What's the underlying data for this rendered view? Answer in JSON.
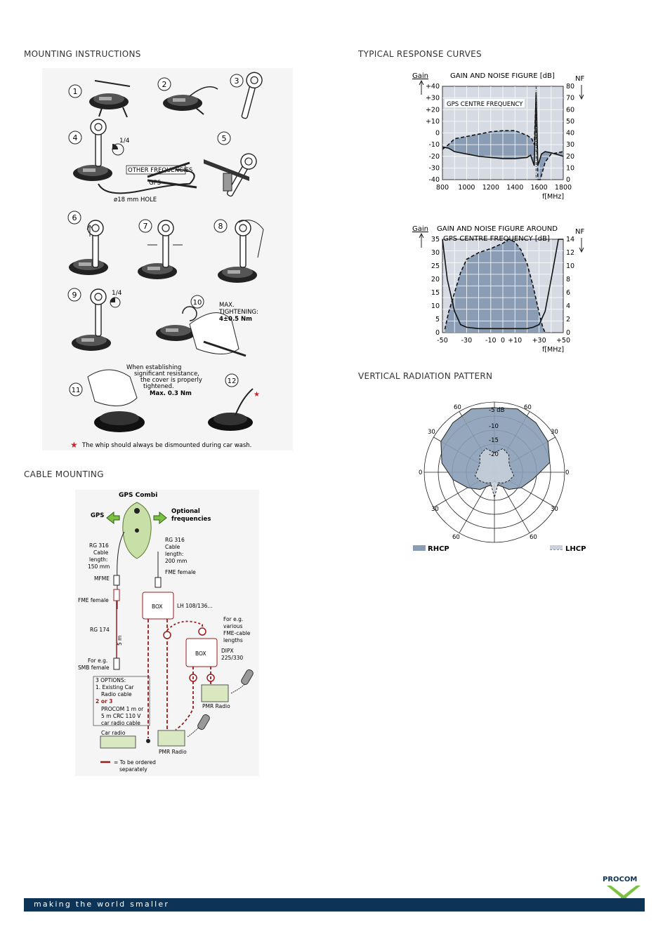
{
  "headings": {
    "mounting": "MOUNTING INSTRUCTIONS",
    "response": "TYPICAL RESPONSE CURVES",
    "cable": "CABLE MOUNTING",
    "radiation": "VERTICAL RADIATION PATTERN"
  },
  "mounting": {
    "steps": [
      "1",
      "2",
      "3",
      "4",
      "5",
      "6",
      "7",
      "8",
      "9",
      "10",
      "11",
      "12"
    ],
    "quarter_a": "1/4",
    "quarter_b": "1/4",
    "other_freq": "OTHER FREQUENCIES",
    "gps": "GPS",
    "hole": "ø18 mm HOLE",
    "max_tight_1": "MAX.",
    "max_tight_2": "TIGHTENING:",
    "max_tight_3": "4±0.5 Nm",
    "note_1": "When establishing",
    "note_2": "significant resistance,",
    "note_3": "the cover is properly",
    "note_4": "tightened.",
    "note_5": "Max. 0.3 Nm",
    "carwash": "The whip should always be dismounted during car wash."
  },
  "cable": {
    "title": "GPS Combi",
    "gps": "GPS",
    "optional_1": "Optional",
    "optional_2": "frequencies",
    "left_rg": [
      "RG 316",
      "Cable",
      "length:",
      "150 mm"
    ],
    "right_rg": [
      "RG 316",
      "Cable",
      "length:",
      "200 mm"
    ],
    "mfme": "MFME",
    "fme_female_r": "FME female",
    "fme_female_l": "FME female",
    "box1": "BOX",
    "lh": "LH 108/136...",
    "rg174": "RG 174",
    "five_m": "5 m",
    "for_eg": [
      "For e.g.",
      "various",
      "FME-cable",
      "lengths"
    ],
    "box2": "BOX",
    "dipx": [
      "DIPX",
      "225/330"
    ],
    "smb": [
      "For e.g.",
      "SMB female"
    ],
    "options": [
      "3 OPTIONS:",
      "1. Existing Car",
      "Radio cable"
    ],
    "opt23": "2 or 3",
    "procom": [
      "PROCOM 1 m or",
      "5 m CRC 110 V",
      "car radio cable"
    ],
    "car_radio": "Car radio",
    "pmr_radio_1": "PMR Radio",
    "pmr_radio_2": "PMR Radio",
    "legend_1": "= To be ordered",
    "legend_2": "separately"
  },
  "chart_data": [
    {
      "type": "line",
      "title": "GAIN AND NOISE FIGURE [dB]",
      "subtitle": "GPS CENTRE FREQUENCY",
      "ylabel_left": "Gain",
      "ylabel_right": "NF",
      "xlabel": "f[MHz]",
      "x_ticks": [
        "800",
        "1000",
        "1200",
        "1400",
        "1600",
        "1800"
      ],
      "y_left_ticks": [
        "+40",
        "+30",
        "+20",
        "+10",
        "0",
        "-10",
        "-20",
        "-30",
        "-40"
      ],
      "y_right_ticks": [
        "80",
        "70",
        "60",
        "50",
        "40",
        "30",
        "20",
        "10",
        "0"
      ],
      "xlim": [
        800,
        1800
      ],
      "ylim_left": [
        -40,
        40
      ],
      "ylim_right": [
        0,
        80
      ],
      "series": [
        {
          "name": "Gain",
          "x": [
            800,
            850,
            900,
            1000,
            1100,
            1200,
            1300,
            1400,
            1500,
            1530,
            1560,
            1575,
            1590,
            1620,
            1650,
            1700,
            1800
          ],
          "y": [
            -12,
            -13,
            -16,
            -18,
            -20,
            -21,
            -22,
            -22,
            -21,
            -19,
            -28,
            35,
            -28,
            -18,
            -16,
            -17,
            -20
          ]
        },
        {
          "name": "NF",
          "x": [
            800,
            850,
            900,
            1000,
            1100,
            1200,
            1300,
            1400,
            1500,
            1540,
            1560,
            1575,
            1590,
            1610,
            1650,
            1700,
            1800
          ],
          "y": [
            26,
            30,
            35,
            37,
            39,
            41,
            42,
            42,
            38,
            35,
            30,
            70,
            0,
            0,
            15,
            22,
            24
          ]
        }
      ]
    },
    {
      "type": "line",
      "title": "GAIN AND NOISE FIGURE AROUND",
      "subtitle": "GPS CENTRE FREQUENCY [dB]",
      "ylabel_left": "Gain",
      "ylabel_right": "NF",
      "xlabel": "f[MHz]",
      "x_ticks": [
        "-50",
        "-30",
        "-10",
        "0",
        "+10",
        "+30",
        "+50"
      ],
      "y_left_ticks": [
        "35",
        "30",
        "25",
        "20",
        "15",
        "10",
        "5",
        "0"
      ],
      "y_right_ticks": [
        "14",
        "12",
        "10",
        "8",
        "6",
        "4",
        "2",
        "0"
      ],
      "xlim": [
        -50,
        50
      ],
      "ylim_left": [
        0,
        35
      ],
      "ylim_right": [
        0,
        14
      ],
      "series": [
        {
          "name": "Gain",
          "x": [
            -50,
            -46,
            -40,
            -35,
            -30,
            -20,
            -10,
            0,
            10,
            20,
            25,
            30,
            35,
            40,
            46,
            50
          ],
          "y": [
            35,
            20,
            8,
            3,
            2,
            1.5,
            1.5,
            1.5,
            1.5,
            1.5,
            2,
            3,
            8,
            20,
            35,
            35
          ]
        },
        {
          "name": "NF",
          "x": [
            -48,
            -45,
            -40,
            -35,
            -30,
            -20,
            -10,
            0,
            5,
            10,
            15,
            20,
            25,
            30,
            33,
            35
          ],
          "y": [
            0.5,
            3,
            6,
            9,
            11,
            12,
            12.6,
            13.4,
            14,
            13.6,
            12.4,
            10.4,
            7,
            3,
            0.8,
            0
          ]
        }
      ]
    },
    {
      "type": "polar",
      "ring_labels": [
        "-5 dB",
        "-10",
        "-15",
        "-20"
      ],
      "angle_labels": [
        "0",
        "30",
        "60",
        "0",
        "30",
        "60",
        "30",
        "60",
        "30",
        "60"
      ],
      "legend": [
        "RHCP",
        "LHCP"
      ],
      "series": [
        {
          "name": "RHCP",
          "angles_deg": [
            0,
            20,
            40,
            60,
            80,
            100,
            120,
            140,
            160,
            180,
            200,
            220,
            240,
            260,
            280,
            300,
            320,
            340
          ],
          "values_db": [
            -2,
            -1,
            -2,
            -3,
            -5,
            -11,
            -14,
            -17,
            -20,
            -22,
            -20,
            -17,
            -14,
            -10,
            -6,
            -3,
            -2,
            -1
          ]
        },
        {
          "name": "LHCP",
          "angles_deg": [
            0,
            20,
            40,
            60,
            80,
            100,
            120,
            140,
            160,
            180,
            200,
            220,
            240,
            260,
            280,
            300,
            320,
            340
          ],
          "values_db": [
            -18,
            -16,
            -17,
            -19,
            -19,
            -18,
            -19,
            -20,
            -21,
            -16,
            -21,
            -20,
            -19,
            -18,
            -19,
            -19,
            -17,
            -16
          ]
        }
      ]
    }
  ],
  "footer": {
    "tagline": "making the world smaller",
    "brand": "PROCOM"
  },
  "colors": {
    "fill_blue": "#8a9db5",
    "fill_light": "#c9d1dd",
    "footer_navy": "#0d3457",
    "logo_green": "#7cc242",
    "cable_red": "#9b1b1b"
  }
}
